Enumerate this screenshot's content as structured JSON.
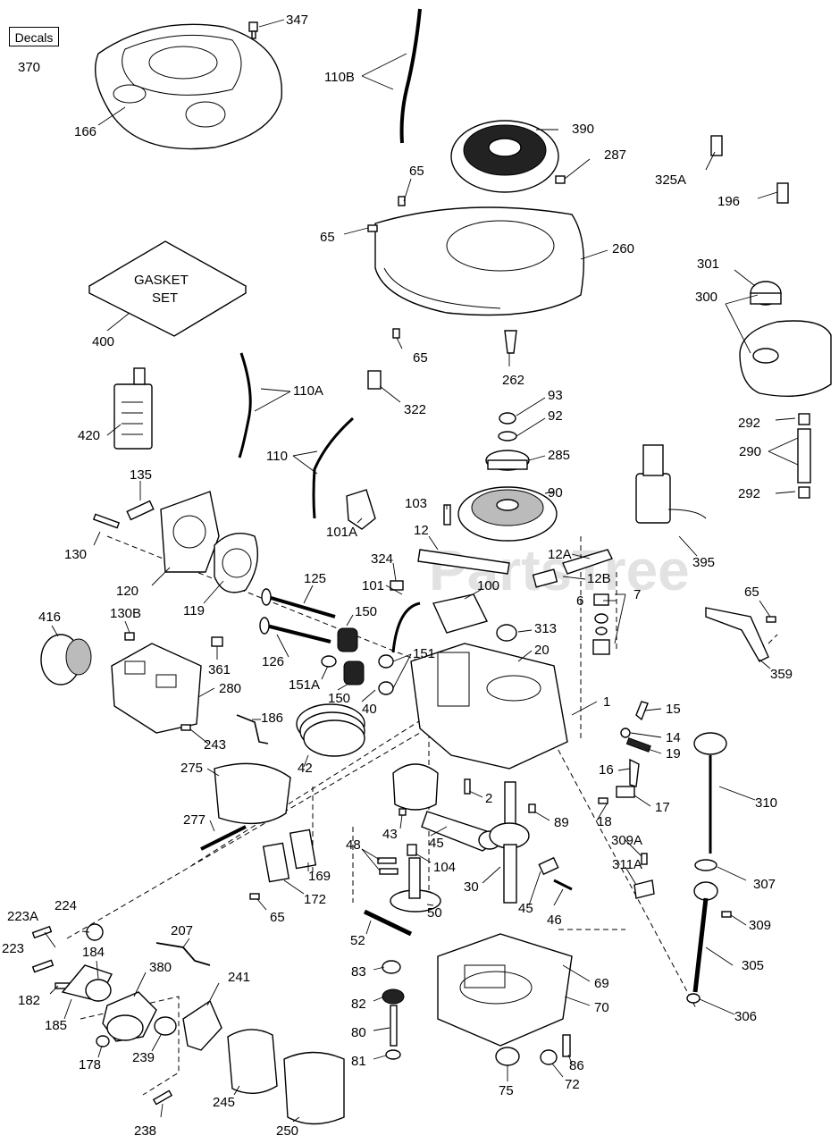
{
  "watermark": "PartsTree",
  "decals_box": "Decals",
  "labels": {
    "p347": "347",
    "p370": "370",
    "p166": "166",
    "p110B": "110B",
    "p390": "390",
    "p287": "287",
    "p325A": "325A",
    "p196": "196",
    "p65a": "65",
    "p65b": "65",
    "p260": "260",
    "p65c": "65",
    "p262": "262",
    "p301": "301",
    "p300": "300",
    "p400": "400",
    "p110A": "110A",
    "p322": "322",
    "p93": "93",
    "p92": "92",
    "p285": "285",
    "p420": "420",
    "p110": "110",
    "p292a": "292",
    "p290": "290",
    "p292b": "292",
    "p135": "135",
    "p103": "103",
    "p90": "90",
    "p130": "130",
    "p101A": "101A",
    "p12": "12",
    "p12A": "12A",
    "p12B": "12B",
    "p324": "324",
    "p395": "395",
    "p120": "120",
    "p119": "119",
    "p125": "125",
    "p101": "101",
    "p100": "100",
    "p6": "6",
    "p7": "7",
    "p65d": "65",
    "p416": "416",
    "p130B": "130B",
    "p150a": "150",
    "p313": "313",
    "p20": "20",
    "p361": "361",
    "p126": "126",
    "p151": "151",
    "p359": "359",
    "p151A": "151A",
    "p150b": "150",
    "p40": "40",
    "p280": "280",
    "p1": "1",
    "p15": "15",
    "p186": "186",
    "p243": "243",
    "p14": "14",
    "p19": "19",
    "p42": "42",
    "p275": "275",
    "p16": "16",
    "p310": "310",
    "p17": "17",
    "p2": "2",
    "p89": "89",
    "p18": "18",
    "p277": "277",
    "p43": "43",
    "p45a": "45",
    "p309A": "309A",
    "p48": "48",
    "p104": "104",
    "p311A": "311A",
    "p169": "169",
    "p307": "307",
    "p30": "30",
    "p172": "172",
    "p65e": "65",
    "p50": "50",
    "p45b": "45",
    "p46": "46",
    "p223A": "223A",
    "p224": "224",
    "p207": "207",
    "p309": "309",
    "p52": "52",
    "p223": "223",
    "p184": "184",
    "p380": "380",
    "p241": "241",
    "p305": "305",
    "p83": "83",
    "p182": "182",
    "p69": "69",
    "p82": "82",
    "p70": "70",
    "p185": "185",
    "p306": "306",
    "p80": "80",
    "p178": "178",
    "p239": "239",
    "p81": "81",
    "p86": "86",
    "p75": "75",
    "p72": "72",
    "p245": "245",
    "p238": "238",
    "p250": "250"
  },
  "gasket_text": {
    "line1": "GASKET",
    "line2": "SET"
  }
}
